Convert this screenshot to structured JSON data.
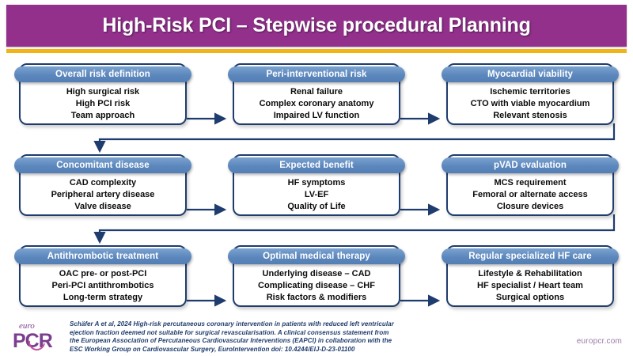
{
  "title": {
    "text": "High-Risk PCI – Stepwise procedural Planning",
    "banner_color": "#92308c",
    "rule_color": "#f2b319"
  },
  "theme": {
    "header_pill_color": "#5c87bd",
    "box_border_color": "#1f3c6e",
    "connector_color": "#1f3c6e",
    "body_text_color": "#0b0b0b",
    "citation_color": "#1f3c6e",
    "brand_purple": "#7b3f8f"
  },
  "flow": {
    "rows": [
      {
        "nodes": [
          {
            "header": "Overall risk definition",
            "lines": [
              "High surgical risk",
              "High PCI risk",
              "Team approach"
            ]
          },
          {
            "header": "Peri-interventional risk",
            "lines": [
              "Renal failure",
              "Complex coronary anatomy",
              "Impaired LV function"
            ]
          },
          {
            "header": "Myocardial viability",
            "lines": [
              "Ischemic territories",
              "CTO with viable myocardium",
              "Relevant stenosis"
            ]
          }
        ]
      },
      {
        "nodes": [
          {
            "header": "Concomitant disease",
            "lines": [
              "CAD complexity",
              "Peripheral artery disease",
              "Valve disease"
            ]
          },
          {
            "header": "Expected benefit",
            "lines": [
              "HF symptoms",
              "LV-EF",
              "Quality of Life"
            ]
          },
          {
            "header": "pVAD evaluation",
            "lines": [
              "MCS requirement",
              "Femoral or alternate access",
              "Closure devices"
            ]
          }
        ]
      },
      {
        "nodes": [
          {
            "header": "Antithrombotic treatment",
            "lines": [
              "OAC pre- or post-PCI",
              "Peri-PCI antithrombotics",
              "Long-term strategy"
            ]
          },
          {
            "header": "Optimal medical therapy",
            "lines": [
              "Underlying disease – CAD",
              "Complicating disease – CHF",
              "Risk factors & modifiers"
            ]
          },
          {
            "header": "Regular specialized HF care",
            "lines": [
              "Lifestyle & Rehabilitation",
              "HF specialist / Heart team",
              "Surgical options"
            ]
          }
        ]
      }
    ]
  },
  "footer": {
    "logo": {
      "euro": "euro",
      "pcr": "PCR"
    },
    "citation_lines": [
      "Schäfer A et al, 2024 High-risk percutaneous coronary intervention in patients with reduced left ventricular",
      "ejection fraction deemed not suitable for surgical revascularisation. A clinical consensus statement from",
      "the European Association of Percutaneous Cardiovascular Interventions (EAPCI) in collaboration with the",
      "ESC Working Group on Cardiovascular Surgery, EuroIntervention doi: 10.4244/EIJ-D-23-01100"
    ],
    "website": "europcr.com"
  }
}
